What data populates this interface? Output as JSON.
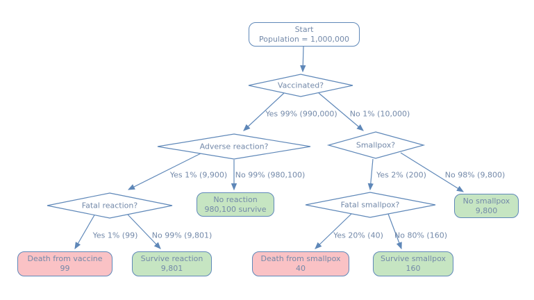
{
  "diagram": {
    "type": "decision-tree",
    "colors": {
      "line": "#5e87b8",
      "text": "#7389a9",
      "outcome_negative_fill": "#fac2c5",
      "outcome_positive_fill": "#c6e5c2",
      "decision_fill": "#ffffff"
    },
    "nodes": {
      "start": {
        "line1": "Start",
        "line2": "Population = 1,000,000"
      },
      "vaccinated": {
        "label": "Vaccinated?"
      },
      "adverse_reaction": {
        "label": "Adverse reaction?"
      },
      "smallpox": {
        "label": "Smallpox?"
      },
      "fatal_reaction": {
        "label": "Fatal reaction?"
      },
      "no_reaction": {
        "line1": "No reaction",
        "line2": "980,100 survive"
      },
      "fatal_smallpox": {
        "label": "Fatal smallpox?"
      },
      "no_smallpox": {
        "line1": "No smallpox",
        "line2": "9,800"
      },
      "death_vaccine": {
        "line1": "Death from vaccine",
        "line2": "99"
      },
      "survive_reaction": {
        "line1": "Survive reaction",
        "line2": "9,801"
      },
      "death_smallpox": {
        "line1": "Death from smallpox",
        "line2": "40"
      },
      "survive_smallpox": {
        "line1": "Survive smallpox",
        "line2": "160"
      }
    },
    "edges": {
      "vaccinated_yes": "Yes 99% (990,000)",
      "vaccinated_no": "No 1% (10,000)",
      "adverse_yes": "Yes 1% (9,900)",
      "adverse_no": "No 99% (980,100)",
      "fatal_reaction_yes": "Yes 1% (99)",
      "fatal_reaction_no": "No 99% (9,801)",
      "smallpox_yes": "Yes 2% (200)",
      "smallpox_no": "No 98% (9,800)",
      "fatal_smallpox_yes": "Yes 20% (40)",
      "fatal_smallpox_no": "No 80% (160)"
    }
  }
}
